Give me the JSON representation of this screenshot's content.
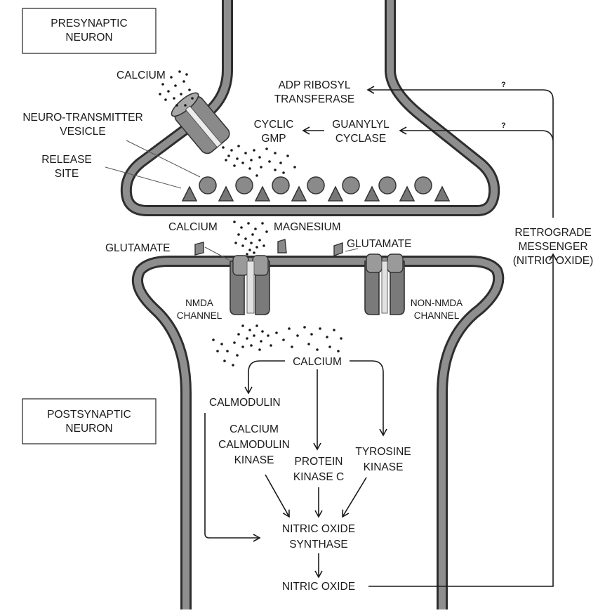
{
  "boxes": {
    "presynaptic": [
      "PRESYNAPTIC",
      "NEURON"
    ],
    "postsynaptic": [
      "POSTSYNAPTIC",
      "NEURON"
    ]
  },
  "labels": {
    "calcium_top": "CALCIUM",
    "vesicle": [
      "NEURO-TRANSMITTER",
      "VESICLE"
    ],
    "release_site": [
      "RELEASE",
      "SITE"
    ],
    "adp": [
      "ADP RIBOSYL",
      "TRANSFERASE"
    ],
    "cyclic_gmp": [
      "CYCLIC",
      "GMP"
    ],
    "guanylyl": [
      "GUANYLYL",
      "CYCLASE"
    ],
    "calcium_mid": "CALCIUM",
    "magnesium": "MAGNESIUM",
    "glutamate_left": "GLUTAMATE",
    "glutamate_right": "GLUTAMATE",
    "retrograde": [
      "RETROGRADE",
      "MESSENGER",
      "(NITRIC OXIDE)"
    ],
    "nmda": [
      "NMDA",
      "CHANNEL"
    ],
    "non_nmda": [
      "NON-NMDA",
      "CHANNEL"
    ],
    "calcium_post": "CALCIUM",
    "calmodulin": "CALMODULIN",
    "cam_kinase": [
      "CALCIUM",
      "CALMODULIN",
      "KINASE"
    ],
    "pkc": [
      "PROTEIN",
      "KINASE C"
    ],
    "tyrosine": [
      "TYROSINE",
      "KINASE"
    ],
    "nos": [
      "NITRIC OXIDE",
      "SYNTHASE"
    ],
    "nitric_oxide": "NITRIC OXIDE",
    "question_1": "?",
    "question_2": "?"
  }
}
